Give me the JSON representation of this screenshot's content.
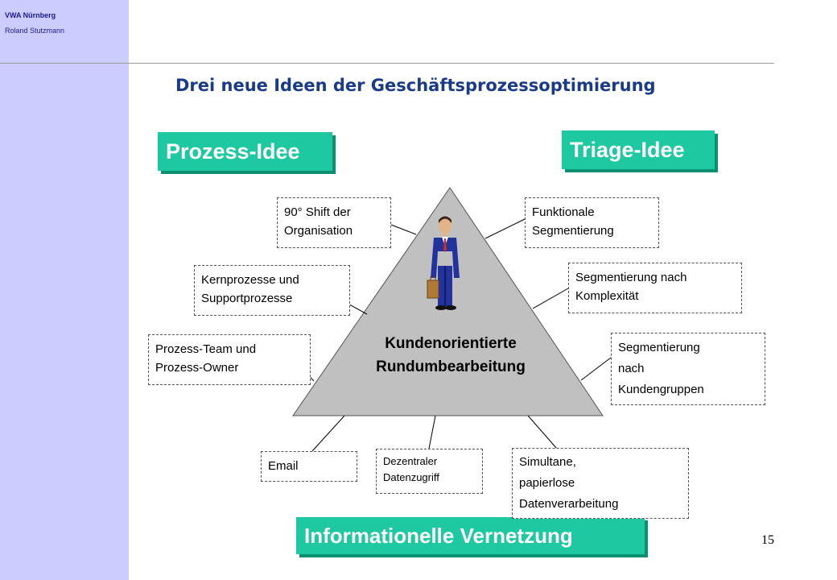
{
  "header": {
    "organization": "VWA Nürnberg",
    "author": "Roland Stutzmann"
  },
  "title": "Drei neue Ideen der Geschäftsprozessoptimierung",
  "headings": {
    "prozess": "Prozess-Idee",
    "triage": "Triage-Idee",
    "info": "Informationelle Vernetzung"
  },
  "center": {
    "line1": "Kundenorientierte",
    "line2": "Rundumbearbeitung"
  },
  "boxes": {
    "shift": [
      "90° Shift der",
      "Organisation"
    ],
    "kernprozesse": [
      "Kernprozesse und",
      "Supportprozesse"
    ],
    "team": [
      "Prozess-Team und",
      "Prozess-Owner"
    ],
    "funktional": [
      "Funktionale",
      "Segmentierung"
    ],
    "komplexitaet": [
      "Segmentierung nach",
      "Komplexität"
    ],
    "kundengruppen": [
      "Segmentierung",
      "nach",
      "Kundengruppen"
    ],
    "email": [
      "Email"
    ],
    "dezentral": [
      "Dezentraler",
      "Datenzugriff"
    ],
    "simultan": [
      "Simultane,",
      "papierlose",
      "Datenverarbeitung"
    ]
  },
  "colors": {
    "sidebar": "#ccccff",
    "heading_bg": "#1ec8a0",
    "heading_shadow": "#0d8f72",
    "title": "#1a3a8a",
    "triangle": "#c0c0c0"
  },
  "footer": {
    "page_number": "15"
  }
}
